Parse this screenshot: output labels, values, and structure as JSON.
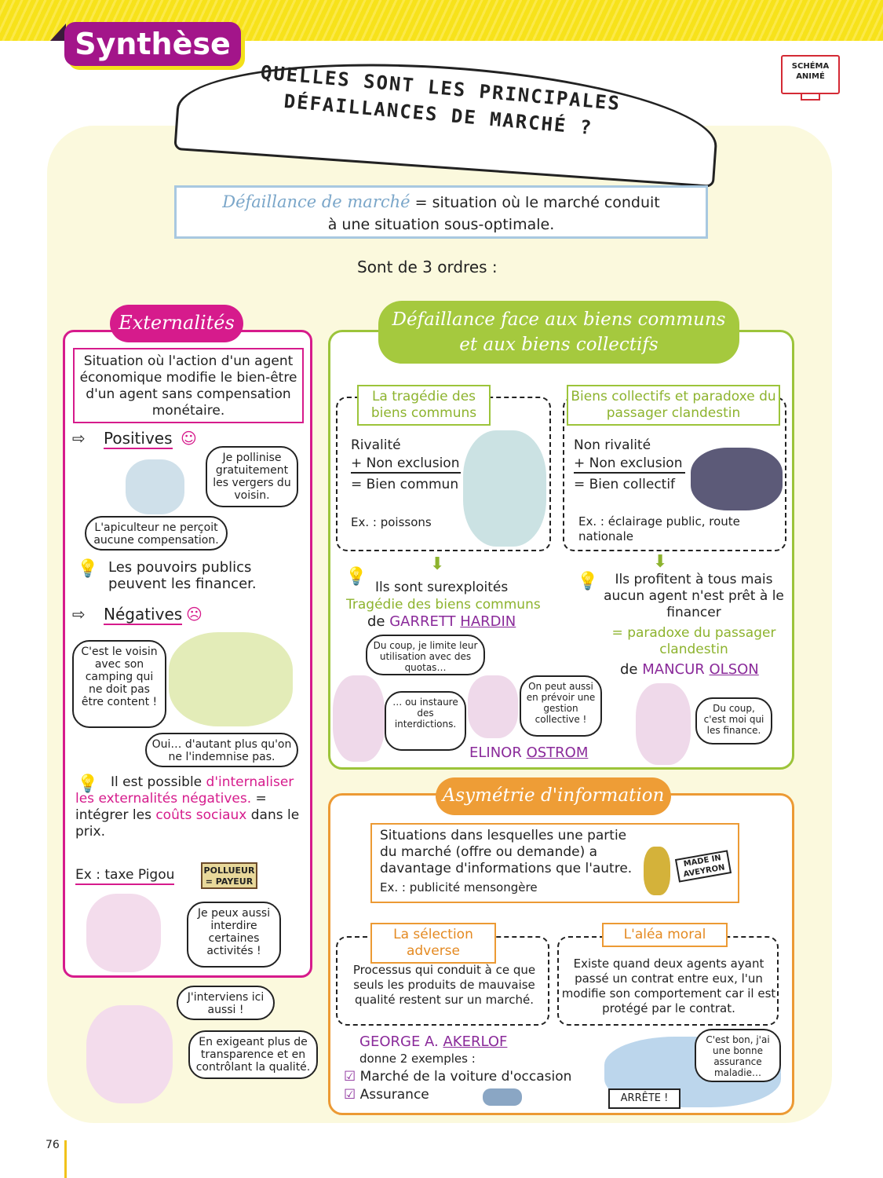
{
  "header": {
    "badge": "Synthèse",
    "schema": "SCHÉMA ANIMÉ",
    "title_line1": "QUELLES SONT LES PRINCIPALES",
    "title_line2": "DÉFAILLANCES DE MARCHÉ ?"
  },
  "definition": {
    "term": "Défaillance de marché",
    "text1": " = situation où le marché conduit",
    "text2": "à une situation sous-optimale."
  },
  "ordres": "Sont de 3 ordres :",
  "externalites": {
    "title": "Externalités",
    "definition": "Situation où l'action d'un agent économique modifie le bien-être d'un agent sans compensation monétaire.",
    "positives": "Positives",
    "bee_bubble": "Je pollinise gratuitement les vergers du voisin.",
    "beekeeper_bubble": "L'apiculteur ne perçoit aucune compensation.",
    "positives_idea": "Les pouvoirs publics peuvent les financer.",
    "negatives": "Négatives",
    "camping_bubble": "C'est le voisin avec son camping qui ne doit pas être content !",
    "factory_bubble": "Oui… d'autant plus qu'on ne l'indemnise pas.",
    "idea_a": "Il est possible ",
    "idea_b": "d'internaliser les externalités négatives.",
    "idea_c": "= intégrer les ",
    "idea_d": "coûts sociaux",
    "idea_e": " dans le prix.",
    "example": "Ex : taxe Pigou",
    "sign": "POLLUEUR = PAYEUR",
    "marianne_bubble": "Je peux aussi interdire certaines activités !",
    "marianne2_bubble1": "J'interviens ici aussi !",
    "marianne2_bubble2": "En exigeant plus de transparence et en contrôlant la qualité."
  },
  "biens": {
    "title1": "Défaillance face aux biens communs",
    "title2": "et aux biens collectifs",
    "left": {
      "label": "La tragédie des biens communs",
      "l1": "Rivalité",
      "l2": "+ Non exclusion",
      "l3": "= Bien commun",
      "ex": "Ex. : poissons",
      "idea": "Ils sont surexploités",
      "trag": "Tragédie des biens communs",
      "de": "de ",
      "author1": "GARRETT ",
      "author2": "HARDIN",
      "bubble1": "Du coup, je limite leur utilisation avec des quotas…",
      "bubble2": "… ou instaure des interdictions.",
      "bubble3": "On peut aussi en prévoir une gestion collective !",
      "ostrom1": "ELINOR ",
      "ostrom2": "OSTROM"
    },
    "right": {
      "label": "Biens collectifs et paradoxe du passager clandestin",
      "l1": "Non rivalité",
      "l2": "+ Non exclusion",
      "l3": "= Bien collectif",
      "ex": "Ex. : éclairage public, route nationale",
      "idea": "Ils profitent à tous mais aucun agent n'est prêt à le financer",
      "paradox": "= paradoxe du passager clandestin",
      "de": "de ",
      "author1": "MANCUR ",
      "author2": "OLSON",
      "bubble": "Du coup, c'est moi qui les finance."
    }
  },
  "asymetrie": {
    "title": "Asymétrie d'information",
    "definition": "Situations dans lesquelles une partie du marché (offre ou demande) a davantage d'informations que l'autre.",
    "ex": "Ex. : publicité mensongère",
    "label_madein": "MADE IN AVEYRON",
    "selection": {
      "label": "La sélection adverse",
      "text": "Processus qui conduit à ce que seuls les produits de mauvaise qualité restent sur un marché."
    },
    "alea": {
      "label": "L'aléa moral",
      "text": "Existe quand deux agents ayant passé un contrat entre eux, l'un modifie son comportement car il est protégé par le contrat."
    },
    "akerlof1": "GEORGE A. ",
    "akerlof2": "AKERLOF",
    "donne": "donne 2 exemples :",
    "ex1": "Marché de la voiture d'occasion",
    "ex2": "Assurance",
    "arrete": "ARRÊTE !",
    "ski_bubble": "C'est bon, j'ai une bonne assurance maladie…"
  },
  "page_number": "76"
}
